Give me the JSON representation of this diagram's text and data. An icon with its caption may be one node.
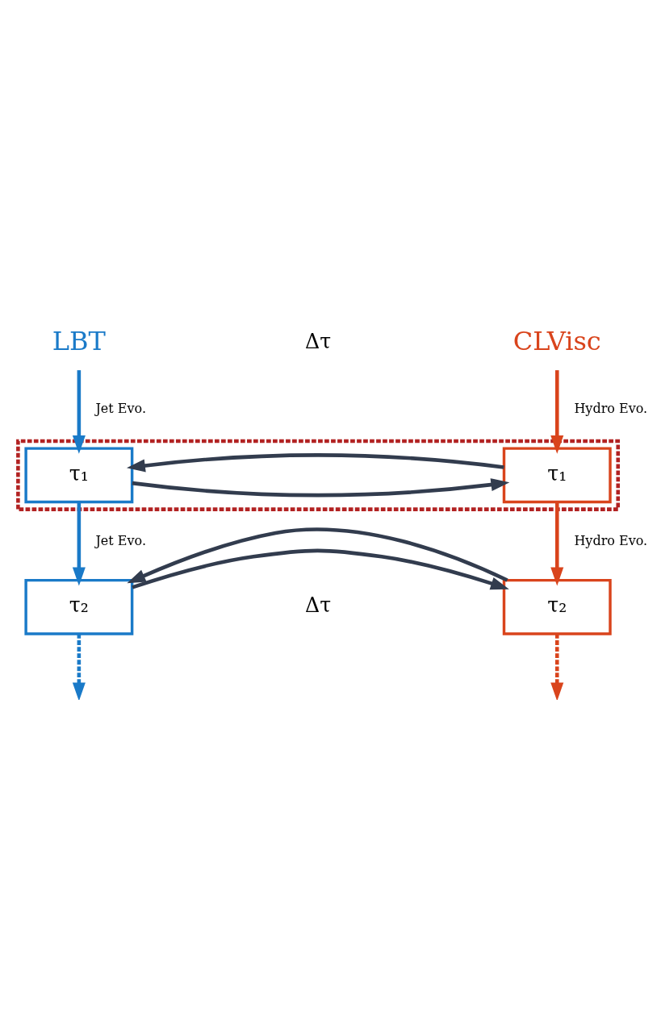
{
  "diagram": {
    "nodes": [
      {
        "text": [
          "LBT"
        ]
      },
      {
        "text": [
          "CLVisc"
        ]
      },
      {
        "text": [],
        "shape": "box"
      },
      {
        "text": [
          "τ₁"
        ],
        "in": 2
      },
      {
        "text": [
          "τ₁"
        ],
        "in": 2
      },
      {
        "text": [
          "τ₂"
        ]
      },
      {
        "text": [
          "τ₂"
        ]
      }
    ],
    "edges": [
      {
        "from": 0,
        "to": 3,
        "arrow": "to",
        "label": "Jet Evo.",
        "color": "#1a7ac8"
      },
      {
        "from": 1,
        "to": 4,
        "arrow": "to",
        "label": "Hydro Evo.",
        "color": "#d9441c"
      },
      {
        "from": 3,
        "to": 4,
        "arrow": "to"
      },
      {
        "from": 4,
        "to": 3,
        "arrow": "to"
      },
      {
        "from": 3,
        "to": 5,
        "arrow": "to",
        "label": "Jet Evo.",
        "color": "#1a7ac8"
      },
      {
        "from": 4,
        "to": 6,
        "arrow": "to",
        "label": "Hydro Evo.",
        "color": "#d9441c"
      },
      {
        "from": 5,
        "to": 6,
        "arrow": "to"
      },
      {
        "from": 6,
        "to": 5,
        "arrow": "to"
      },
      {
        "from": 5,
        "to": null,
        "arrow": "to",
        "style": "dashed",
        "color": "#1a7ac8"
      },
      {
        "from": 6,
        "to": null,
        "arrow": "to",
        "style": "dashed",
        "color": "#d9441c"
      }
    ],
    "labels": [
      "Δτ",
      "Δτ"
    ]
  }
}
